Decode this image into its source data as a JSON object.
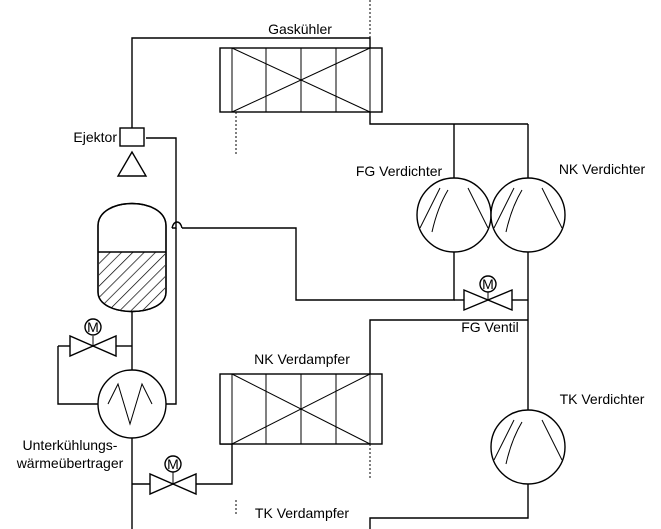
{
  "labels": {
    "gas_cooler": "Gaskühler",
    "ejector": "Ejektor",
    "fg_compressor": "FG Verdichter",
    "nk_compressor": "NK Verdichter",
    "fg_valve": "FG Ventil",
    "nk_evaporator": "NK Verdampfer",
    "tk_compressor": "TK Verdichter",
    "subcooling_hx_line1": "Unterkühlungs-",
    "subcooling_hx_line2": "wärmeübertrager",
    "tk_evaporator": "TK Verdampfer",
    "motor_symbol": "M"
  }
}
